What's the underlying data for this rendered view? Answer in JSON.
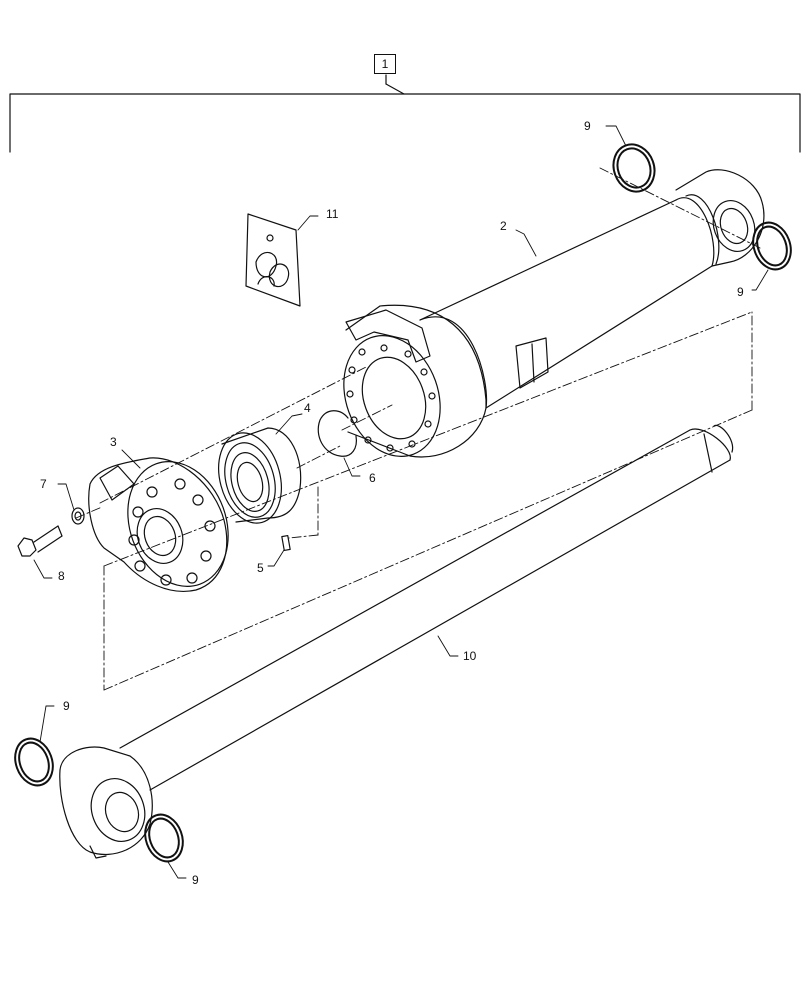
{
  "diagram": {
    "callouts": {
      "c1": "1",
      "c2": "2",
      "c3": "3",
      "c4": "4",
      "c5": "5",
      "c6": "6",
      "c7": "7",
      "c8": "8",
      "c9a": "9",
      "c9b": "9",
      "c9c": "9",
      "c9d": "9",
      "c10": "10",
      "c11": "11"
    }
  }
}
